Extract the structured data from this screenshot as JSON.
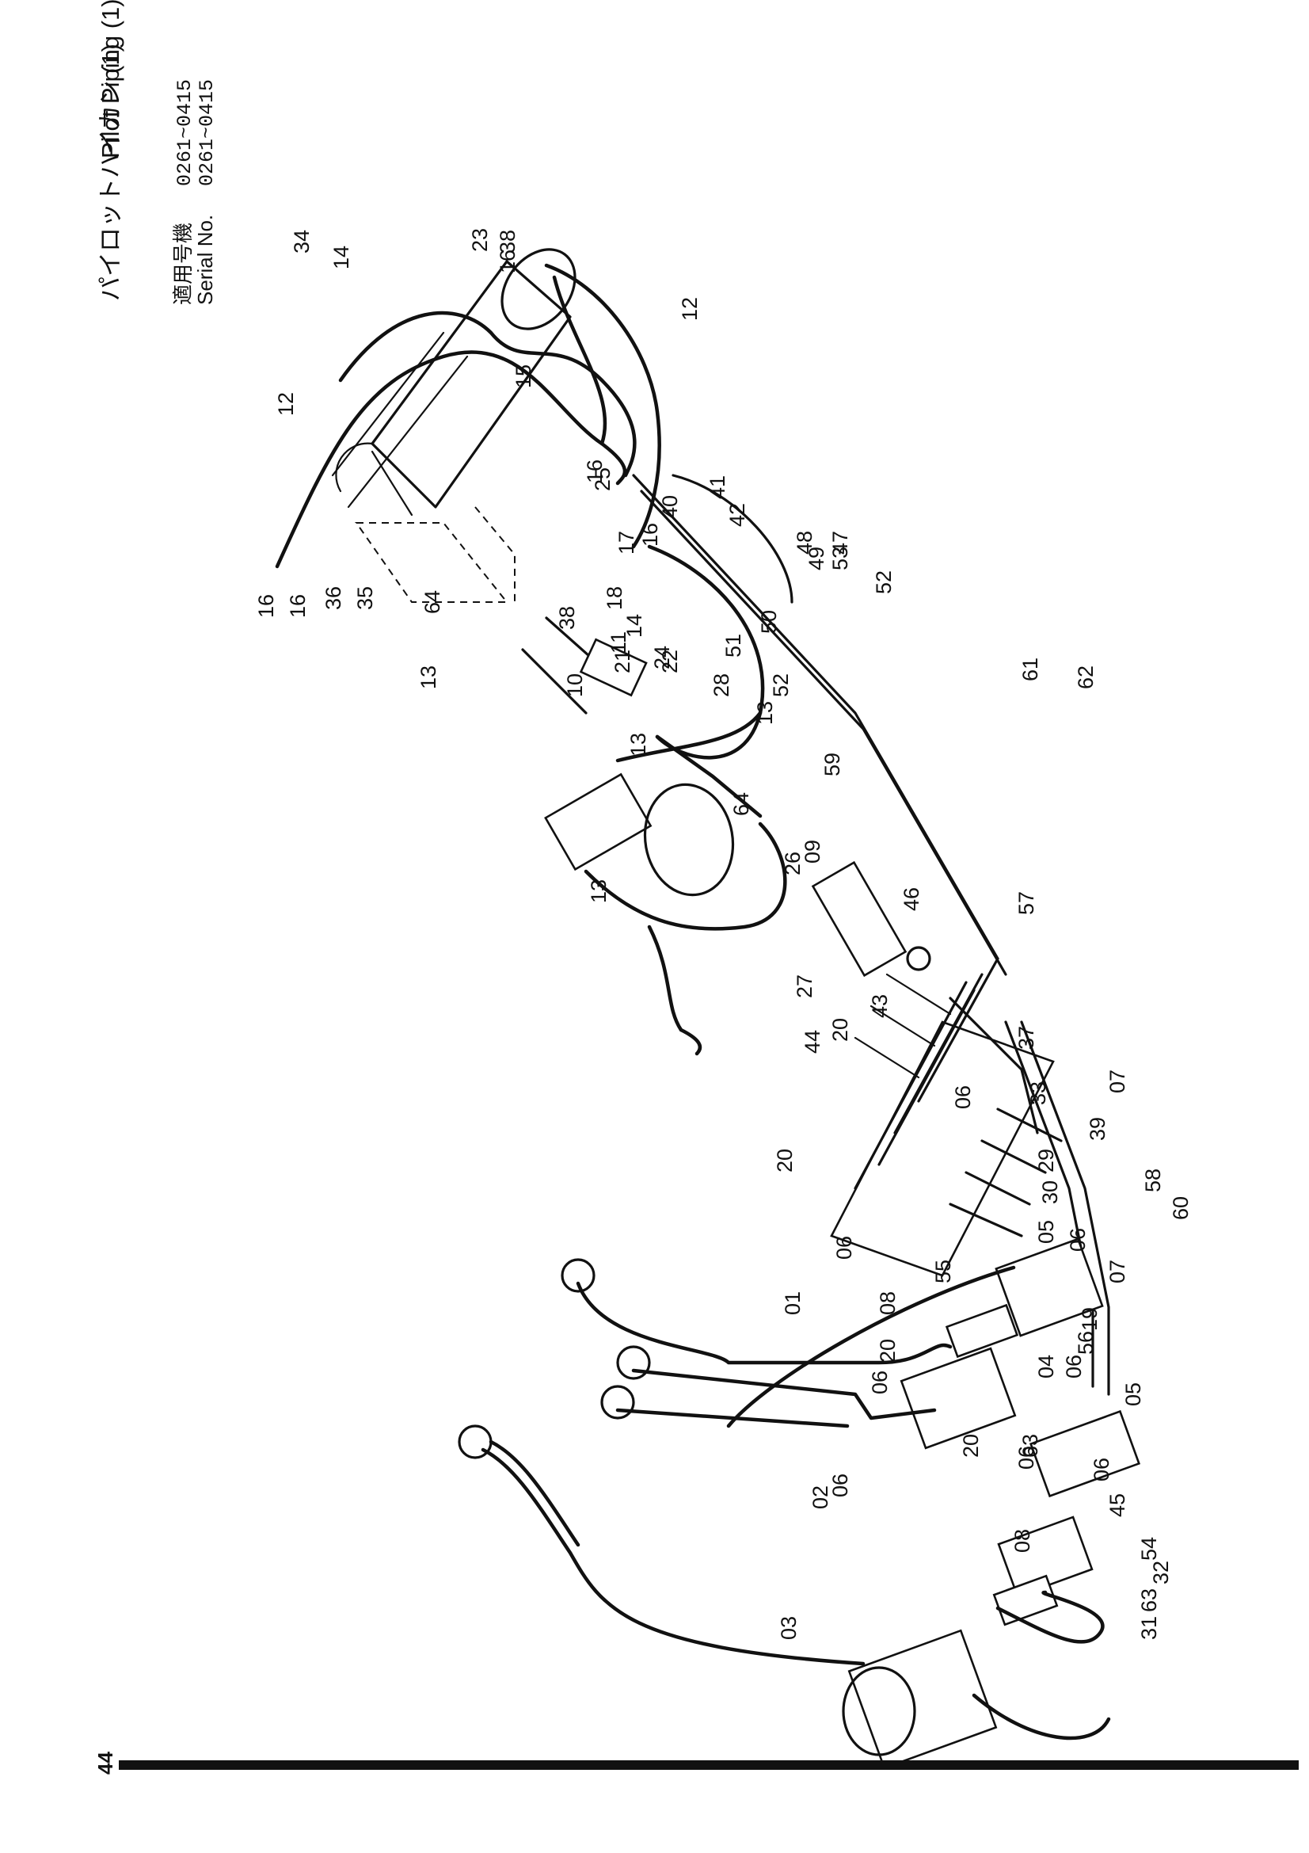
{
  "header": {
    "title_jp": "パイロットハイカン (1)",
    "title_en": "Pilot Piping (1)",
    "applicable_jp": "適用号機",
    "serial_label": "Serial No.",
    "serial_range_1": "0261~0415",
    "serial_range_2": "0261~0415"
  },
  "page_number": "44",
  "callouts": [
    "01",
    "02",
    "03",
    "04",
    "05",
    "05",
    "06",
    "06",
    "06",
    "06",
    "06",
    "06",
    "06",
    "06",
    "07",
    "07",
    "08",
    "08",
    "09",
    "10",
    "11",
    "12",
    "12",
    "13",
    "13",
    "13",
    "13",
    "14",
    "14",
    "15",
    "16",
    "16",
    "16",
    "16",
    "16",
    "17",
    "18",
    "19",
    "20",
    "20",
    "20",
    "20",
    "21",
    "22",
    "23",
    "24",
    "25",
    "26",
    "27",
    "28",
    "29",
    "30",
    "31",
    "32",
    "33",
    "34",
    "35",
    "36",
    "37",
    "38",
    "38",
    "39",
    "40",
    "41",
    "42",
    "43",
    "44",
    "45",
    "46",
    "47",
    "48",
    "49",
    "50",
    "51",
    "52",
    "52",
    "53",
    "54",
    "55",
    "56",
    "57",
    "58",
    "59",
    "60",
    "61",
    "62",
    "63",
    "63",
    "64",
    "64"
  ]
}
